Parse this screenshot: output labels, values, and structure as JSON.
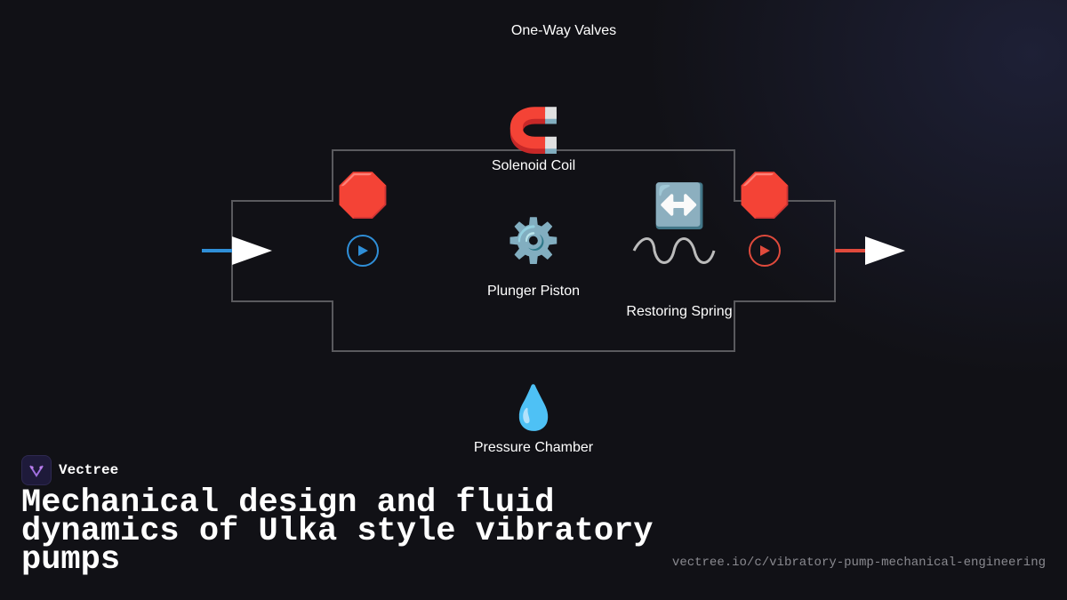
{
  "diagram": {
    "valves_label": "One-Way Valves",
    "coil": {
      "label": "Solenoid Coil",
      "icon": "magnet-icon",
      "emoji": "🧲"
    },
    "piston": {
      "label": "Plunger Piston",
      "icon": "gear-icon",
      "emoji": "⚙️"
    },
    "spring": {
      "label": "Restoring Spring",
      "icon": "left-right-arrow-icon",
      "emoji": "↔️"
    },
    "chamber": {
      "label": "Pressure Chamber",
      "icon": "droplet-icon",
      "emoji": "💧"
    },
    "inlet_valve": {
      "icon": "stop-sign-icon",
      "emoji": "🛑",
      "color": "#2f8fd8"
    },
    "outlet_valve": {
      "icon": "stop-sign-icon",
      "emoji": "🛑",
      "color": "#e04a3c"
    },
    "colors": {
      "inlet": "#2f8fd8",
      "outlet": "#e04a3c",
      "outline": "#5a5a5e"
    }
  },
  "brand": {
    "name": "Vectree"
  },
  "title": "Mechanical design and fluid dynamics of Ulka style vibratory pumps",
  "url": "vectree.io/c/vibratory-pump-mechanical-engineering"
}
